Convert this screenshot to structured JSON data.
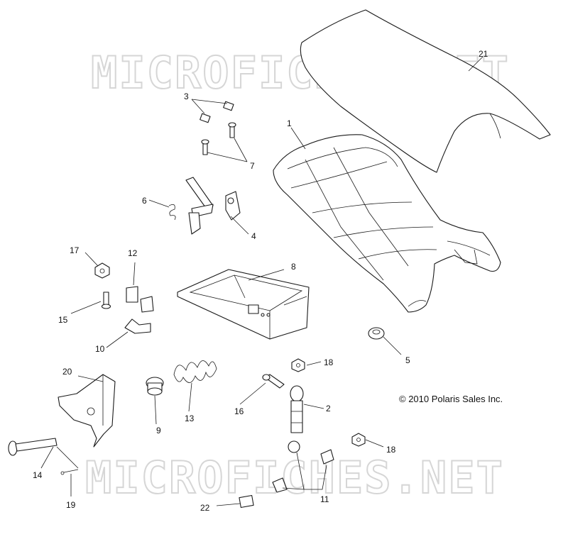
{
  "diagram": {
    "watermark_top": "MICROFICHES.NET",
    "watermark_bottom": "MICROFICHES.NET",
    "copyright": "© 2010 Polaris Sales Inc.",
    "callouts": {
      "c1": "1",
      "c2": "2",
      "c3": "3",
      "c4": "4",
      "c5": "5",
      "c6": "6",
      "c7": "7",
      "c8": "8",
      "c9": "9",
      "c10": "10",
      "c11": "11",
      "c12": "12",
      "c13": "13",
      "c14": "14",
      "c15": "15",
      "c16": "16",
      "c17": "17",
      "c18a": "18",
      "c18b": "18",
      "c19": "19",
      "c20": "20",
      "c21": "21",
      "c22": "22"
    }
  }
}
